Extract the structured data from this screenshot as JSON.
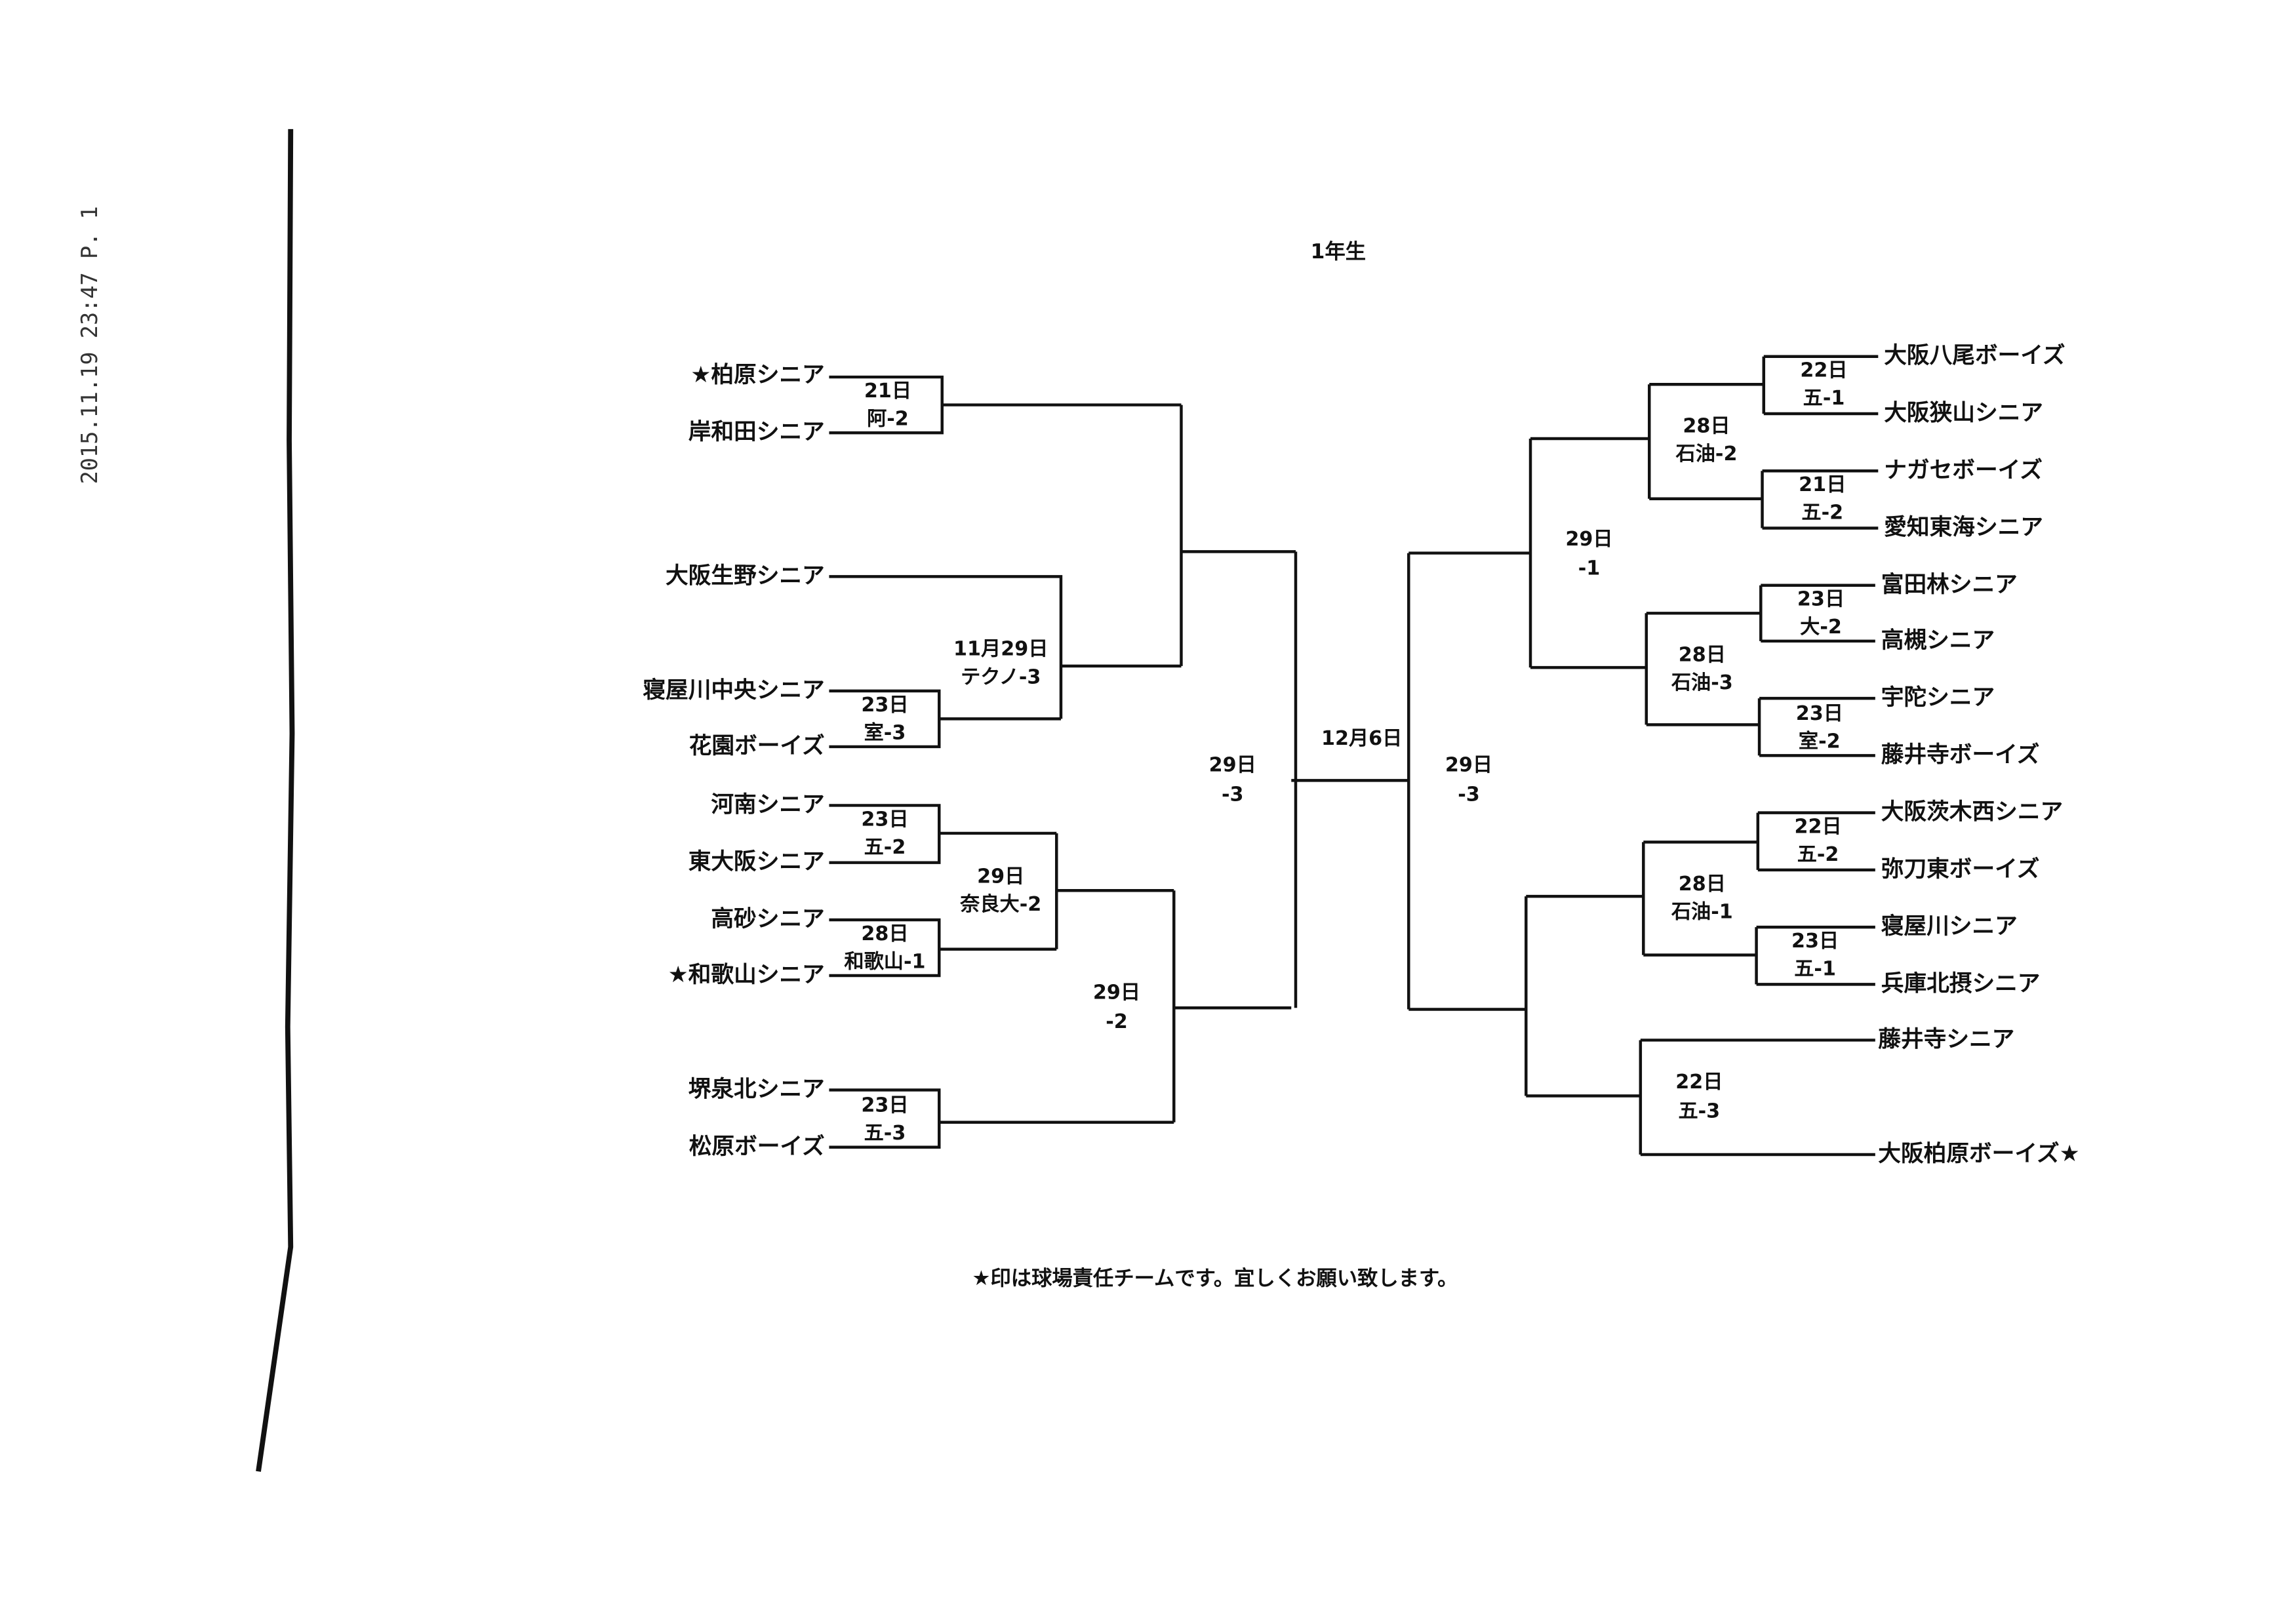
{
  "header": {
    "fax_stamp": "2015.11.19  23:47  P. 1",
    "title": "1年生"
  },
  "left_teams": [
    "★柏原シニア",
    "岸和田シニア",
    "大阪生野シニア",
    "寝屋川中央シニア",
    "花園ボーイズ",
    "河南シニア",
    "東大阪シニア",
    "高砂シニア",
    "★和歌山シニア",
    "堺泉北シニア",
    "松原ボーイズ"
  ],
  "right_teams": [
    "大阪八尾ボーイズ",
    "大阪狭山シニア",
    "ナガセボーイズ",
    "愛知東海シニア",
    "富田林シニア",
    "高槻シニア",
    "宇陀シニア",
    "藤井寺ボーイズ",
    "大阪茨木西シニア",
    "弥刀東ボーイズ",
    "寝屋川シニア",
    "兵庫北摂シニア",
    "藤井寺シニア",
    "大阪柏原ボーイズ★"
  ],
  "left_matches": [
    {
      "date": "21日",
      "venue": "阿-2"
    },
    {
      "date": "23日",
      "venue": "室-3"
    },
    {
      "date": "11月29日",
      "venue": "テクノ-3"
    },
    {
      "date": "23日",
      "venue": "五-2"
    },
    {
      "date": "28日",
      "venue": "和歌山-1"
    },
    {
      "date": "29日",
      "venue": "奈良大-2"
    },
    {
      "date": "23日",
      "venue": "五-3"
    },
    {
      "date": "29日",
      "venue": "-2"
    },
    {
      "date": "29日",
      "venue": "-3"
    }
  ],
  "final": {
    "date": "12月6日"
  },
  "right_matches": [
    {
      "date": "22日",
      "venue": "五-1"
    },
    {
      "date": "21日",
      "venue": "五-2"
    },
    {
      "date": "28日",
      "venue": "石油-2"
    },
    {
      "date": "23日",
      "venue": "大-2"
    },
    {
      "date": "23日",
      "venue": "室-2"
    },
    {
      "date": "28日",
      "venue": "石油-3"
    },
    {
      "date": "29日",
      "venue": "-1"
    },
    {
      "date": "22日",
      "venue": "五-2"
    },
    {
      "date": "23日",
      "venue": "五-1"
    },
    {
      "date": "28日",
      "venue": "石油-1"
    },
    {
      "date": "22日",
      "venue": "五-3"
    },
    {
      "date": "29日",
      "venue": "-3"
    }
  ],
  "footer": {
    "note": "★印は球場責任チームです。宜しくお願い致します。"
  }
}
